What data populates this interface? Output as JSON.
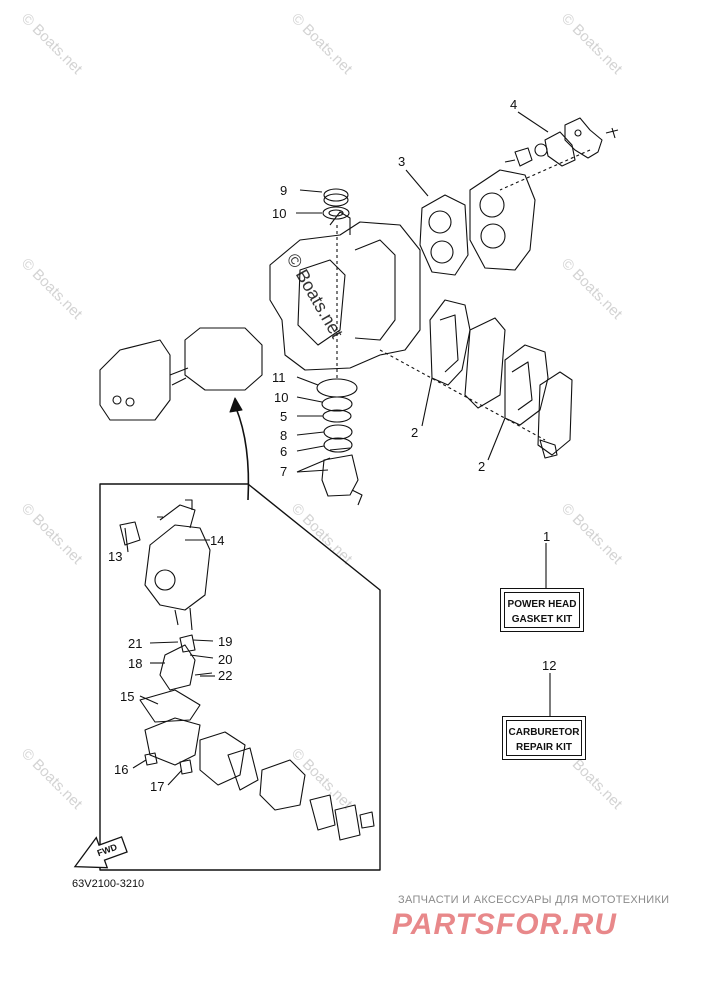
{
  "watermark": "© Boats.net",
  "callouts": [
    "1",
    "2",
    "2",
    "3",
    "4",
    "5",
    "6",
    "7",
    "8",
    "9",
    "10",
    "10",
    "11",
    "12",
    "13",
    "14",
    "15",
    "16",
    "17",
    "18",
    "19",
    "20",
    "21",
    "22"
  ],
  "kits": {
    "power_head": {
      "line1": "POWER HEAD",
      "line2": "GASKET KIT"
    },
    "carburetor": {
      "line1": "CARBURETOR",
      "line2": "REPAIR KIT"
    }
  },
  "fwd_label": "FWD",
  "diagram_code": "63V2100-3210",
  "brand": {
    "subtitle": "ЗАПЧАСТИ И АКСЕССУАРЫ ДЛЯ МОТОТЕХНИКИ",
    "logo": "PARTSFOR.RU"
  },
  "colors": {
    "line": "#111111",
    "watermark": "#d3d3d3",
    "brand": "#e8888a"
  }
}
